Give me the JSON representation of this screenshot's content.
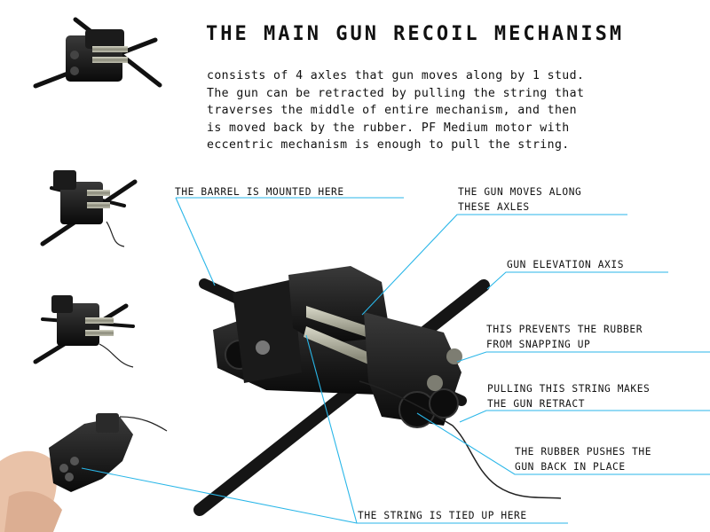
{
  "title": "THE MAIN GUN RECOIL MECHANISM",
  "description": [
    "consists of 4 axles that gun moves along by 1 stud.",
    "The gun can be retracted by pulling the string that",
    "traverses the middle of entire mechanism, and then",
    "is moved back by the rubber. PF Medium motor with",
    "eccentric mechanism is enough to pull the string."
  ],
  "callouts": {
    "barrel": [
      "THE BARREL IS MOUNTED HERE"
    ],
    "axles": [
      "THE GUN MOVES ALONG",
      "THESE AXLES"
    ],
    "elevation": [
      "GUN ELEVATION AXIS"
    ],
    "rubber_guard": [
      "THIS PREVENTS THE RUBBER",
      "FROM SNAPPING UP"
    ],
    "string_pull": [
      "PULLING THIS STRING MAKES",
      "THE GUN RETRACT"
    ],
    "rubber_push": [
      "THE RUBBER PUSHES THE",
      "GUN BACK IN PLACE"
    ],
    "string_tie": [
      "THE STRING IS TIED UP HERE"
    ]
  },
  "colors": {
    "leader_line": "#29b6e8",
    "part_black": "#141414",
    "metal": "#9a9a88"
  }
}
